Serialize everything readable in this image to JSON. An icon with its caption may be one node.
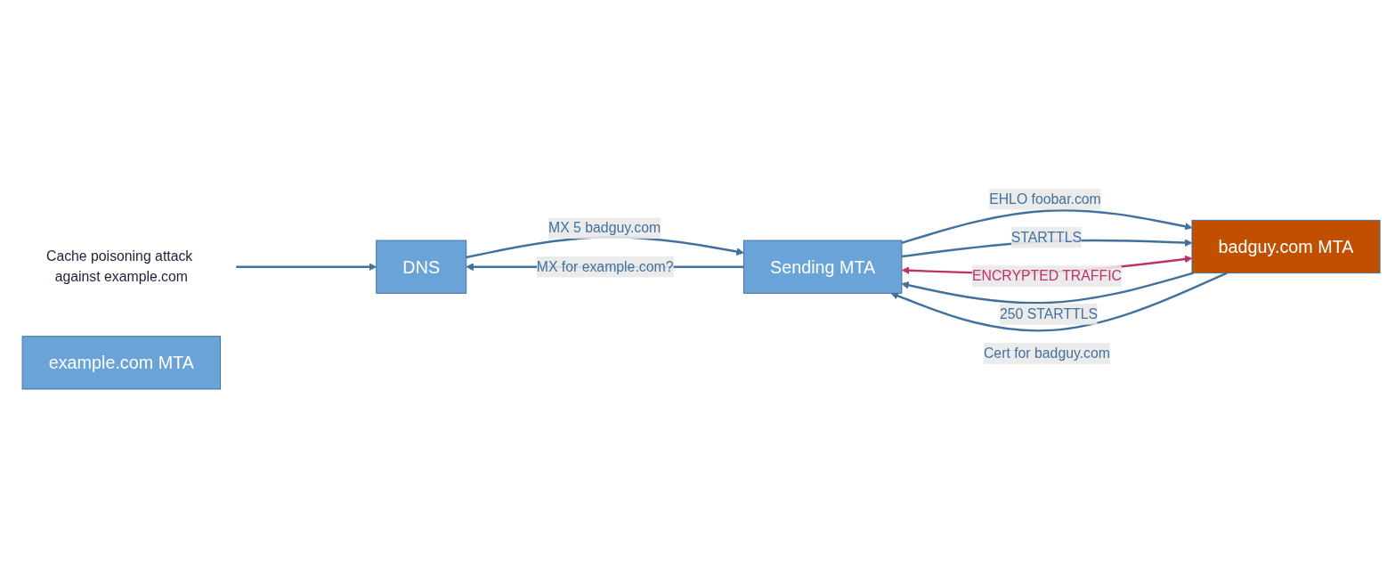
{
  "diagram": {
    "nodes": [
      {
        "text": [
          "DNS"
        ]
      },
      {
        "text": [
          "Cache poisoning attack against example.com"
        ]
      },
      {
        "text": [
          "example.com MTA"
        ]
      },
      {
        "text": [
          "Sending MTA"
        ]
      },
      {
        "text": [
          "badguy.com MTA"
        ]
      }
    ],
    "edges": [
      {
        "from": 1,
        "to": 0,
        "arrow": "to"
      },
      {
        "from": 3,
        "to": 0,
        "label": "MX for example.com?",
        "arrow": "to"
      },
      {
        "from": 0,
        "to": 3,
        "label": "MX 5 badguy.com",
        "arrow": "to"
      },
      {
        "from": 3,
        "to": 4,
        "label": "EHLO foobar.com",
        "arrow": "to"
      },
      {
        "from": 4,
        "to": 3,
        "label": "250 STARTTLS",
        "arrow": "to"
      },
      {
        "from": 3,
        "to": 4,
        "label": "STARTTLS",
        "arrow": "to"
      },
      {
        "from": 4,
        "to": 3,
        "label": "Cert for badguy.com",
        "arrow": "to"
      },
      {
        "from": 3,
        "to": 4,
        "label": "ENCRYPTED TRAFFIC",
        "arrow": "both",
        "color": "#c0306a"
      }
    ]
  }
}
